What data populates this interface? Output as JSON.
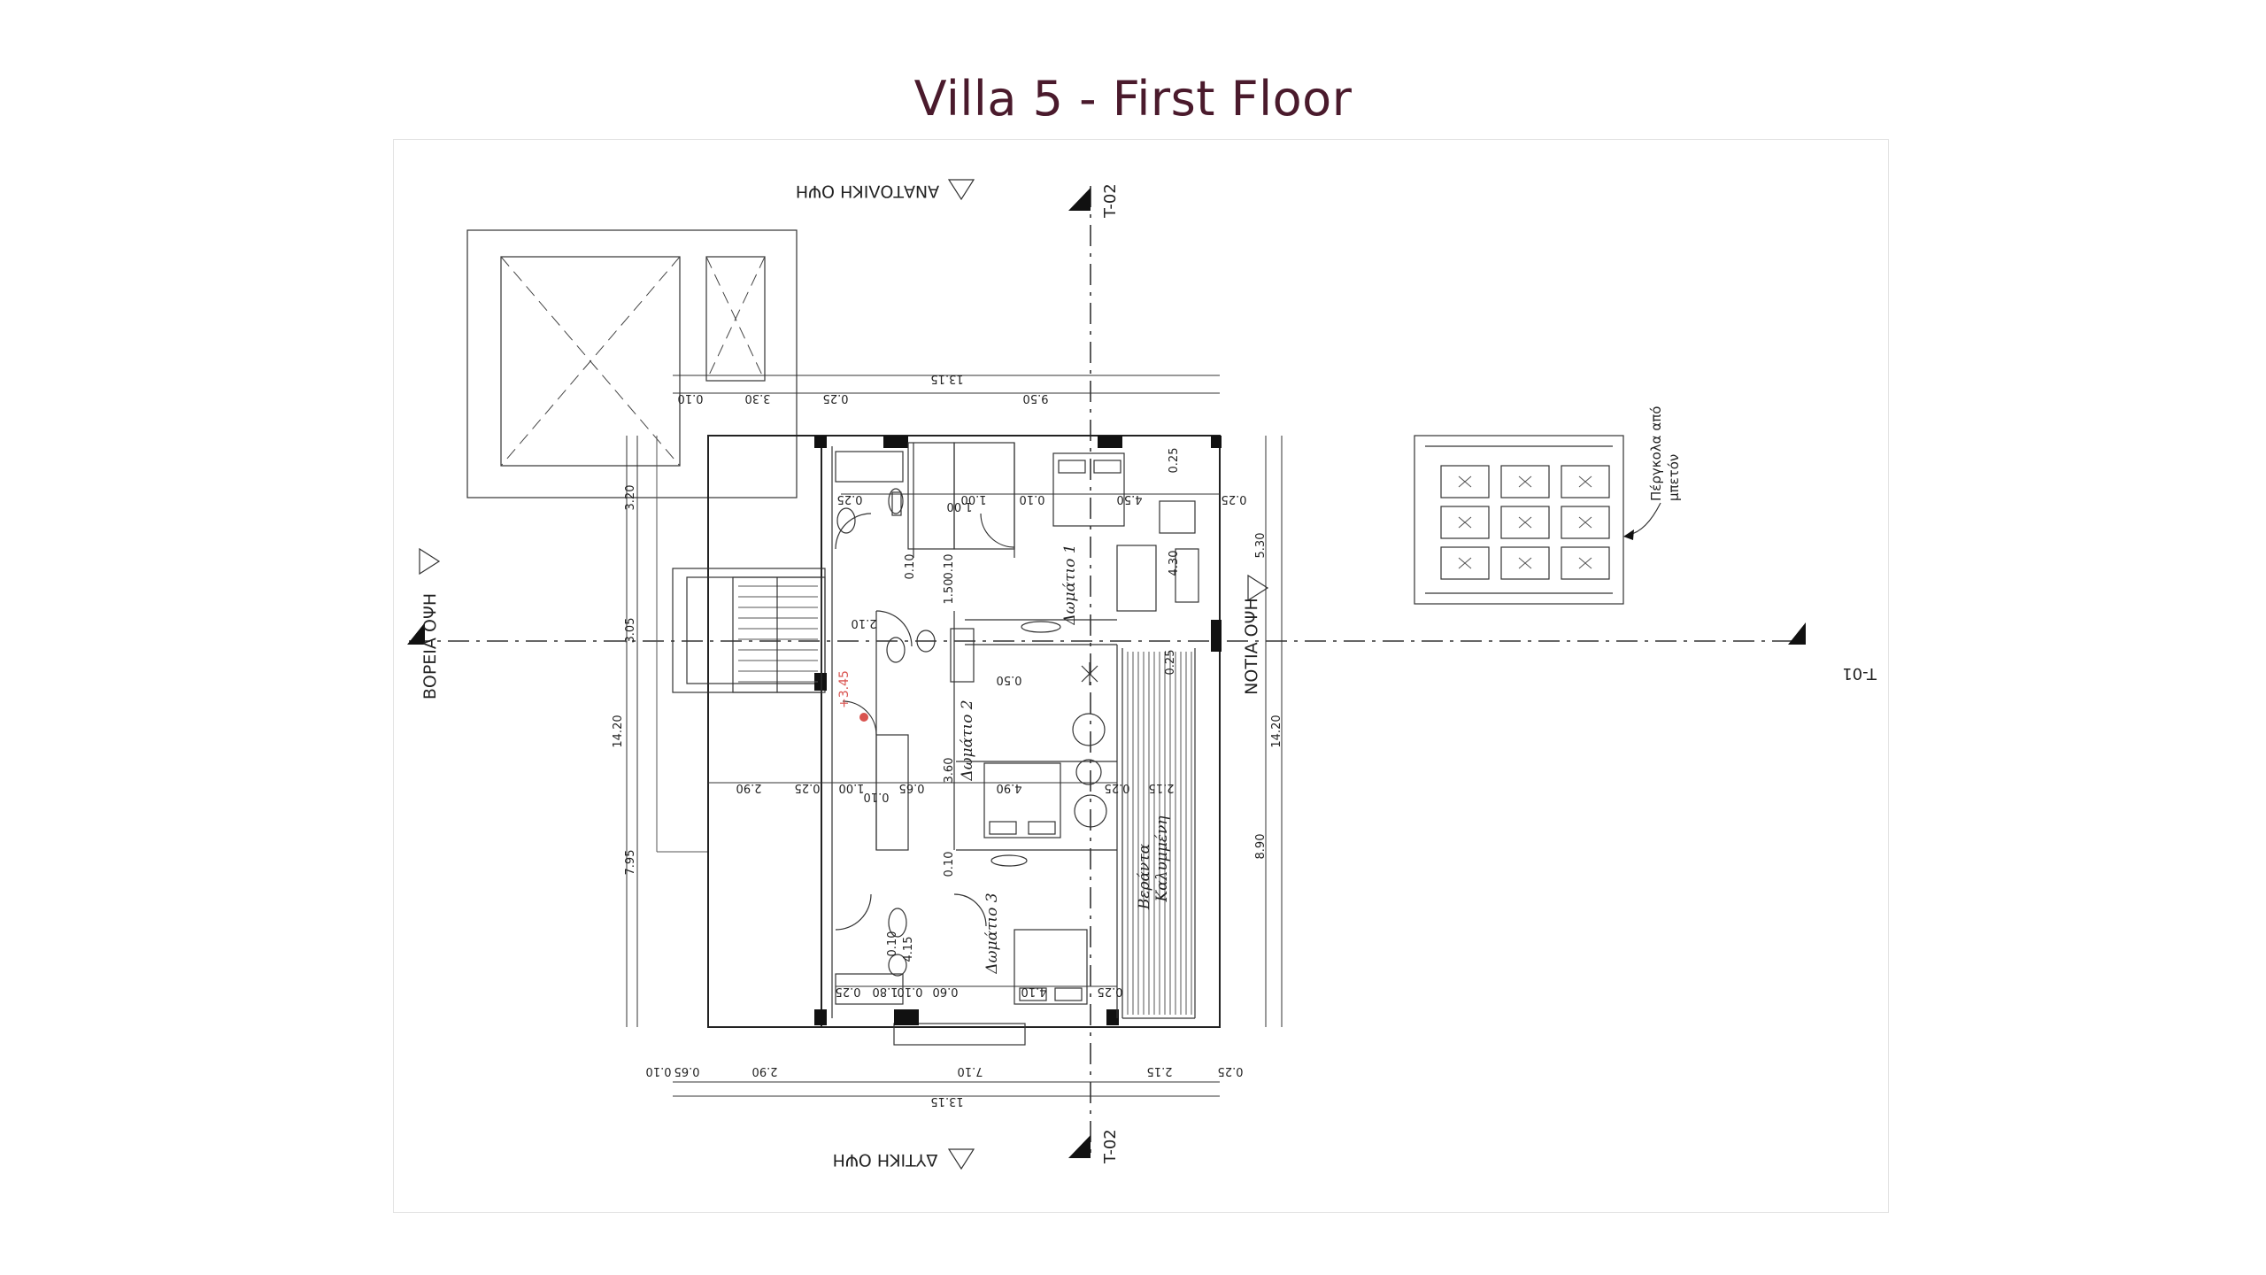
{
  "title": "Villa 5 - First Floor",
  "labels": {
    "east_elevation": "ΑΝΑΤΟΛΙΚΗ ΟΨΗ",
    "west_elevation": "ΔΥΤΙΚΗ ΟΨΗ",
    "north_elevation": "ΒΟΡΕΙΑ ΟΨΗ",
    "south_elevation": "ΝΟΤΙΑ ΟΨΗ",
    "section_t02": "T-02",
    "section_t01": "T-01",
    "pergola_note_line1": "Πέργκολα από",
    "pergola_note_line2": "μπετόν",
    "level": "+3.45"
  },
  "rooms": {
    "room1": "Δωμάτιο 1",
    "room2": "Δωμάτιο 2",
    "room3": "Δωμάτιο 3",
    "veranda_line1": "Βεράντα",
    "veranda_line2": "Καλυμμένη"
  },
  "dimensions": {
    "top_total": "13.15",
    "top_a": "0.10",
    "top_b": "3.30",
    "top_c": "0.25",
    "top_d": "9.50",
    "bottom_total": "13.15",
    "bottom_a": "0.10",
    "bottom_b": "0.65",
    "bottom_c": "2.90",
    "bottom_d": "7.10",
    "bottom_e": "2.15",
    "bottom_f": "0.25",
    "left_total": "14.20",
    "left_a": "3.20",
    "left_b": "3.05",
    "left_c": "7.95",
    "right_total": "14.20",
    "right_a": "5.30",
    "right_b": "8.90",
    "mid_a": "2.90",
    "mid_b": "0.25",
    "mid_c": "1.00",
    "mid_d": "0.10",
    "mid_e": "0.65",
    "mid_f": "4.90",
    "mid_g": "0.25",
    "mid_h": "2.15",
    "r1_a": "0.25",
    "r1_b": "4.50",
    "r1_c": "0.25",
    "r1_d": "1.00",
    "r1_e": "0.10",
    "r1_f": "4.30",
    "r1_g": "0.25",
    "b_a": "0.25",
    "b_b": "1.80",
    "b_c": "0.10",
    "b_d": "0.60",
    "b_e": "4.10",
    "b_f": "0.25",
    "v_a": "0.10",
    "v_b": "1.50",
    "v_c": "0.10",
    "v_d": "3.60",
    "v_e": "0.10",
    "v_f": "4.15",
    "v_g": "0.25",
    "v_h": "0.50",
    "v_i": "1.00",
    "v_j": "0.10",
    "v_k": "2.10"
  }
}
